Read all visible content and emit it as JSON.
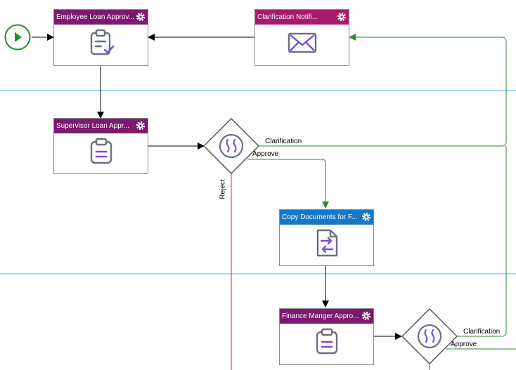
{
  "nodes": {
    "employee": {
      "title": "Employee Loan Approv...",
      "icon": "clipboard-check-icon",
      "color": "#7b1a6f"
    },
    "clarification": {
      "title": "Clarification Notifi...",
      "icon": "envelope-icon",
      "color": "#a61b6c"
    },
    "supervisor": {
      "title": "Supervisor Loan Appr...",
      "icon": "clipboard-list-icon",
      "color": "#7b1a6f"
    },
    "copydocs": {
      "title": "Copy Documents for F...",
      "icon": "document-transfer-icon",
      "color": "#1878c8"
    },
    "finance": {
      "title": "Finance Manger Appro...",
      "icon": "clipboard-list-icon",
      "color": "#7b1a6f"
    }
  },
  "labels": {
    "clarification1": "Clarification",
    "approve1": "Approve",
    "reject": "Reject",
    "clarification2": "Clarification",
    "approve2": "Approve"
  },
  "colors": {
    "lane_divider": "#4fb3d0",
    "flow_default": "#000000",
    "flow_approve": "#2e8b2e",
    "flow_reject": "#c0304a",
    "start_event": "#2e8b2e",
    "icon_stroke": "#6a6f85",
    "icon_accent": "#7c4dd8"
  }
}
